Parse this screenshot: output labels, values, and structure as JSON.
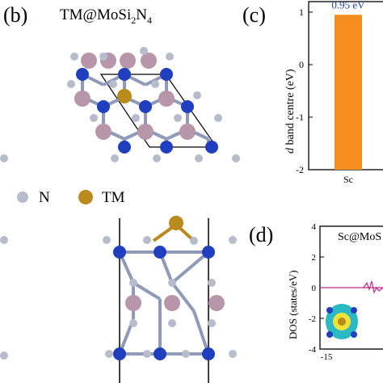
{
  "panel_b": {
    "label": "(b)",
    "title": {
      "main": "TM@MoSi",
      "sub1": "2",
      "mid": "N",
      "sub2": "4"
    }
  },
  "legend": {
    "items": [
      {
        "label": "N",
        "color": "#b6bccc"
      },
      {
        "label": "TM",
        "color": "#b98a1c"
      }
    ]
  },
  "panel_c": {
    "label": "(c)"
  },
  "panel_d": {
    "label": "(d)",
    "title": "Sc@MoS",
    "ylabel": "DOS (states/eV)"
  },
  "colors": {
    "mo": "#1f3fbf",
    "si": "#b896aa",
    "n": "#b6bccc",
    "tm": "#b98a1c",
    "bar": "#f58d1f",
    "dos_line": "#c0278a"
  },
  "chart_data": [
    {
      "type": "bar",
      "categories": [
        "Sc"
      ],
      "values": [
        0.95
      ],
      "data_labels": [
        "0.95 eV"
      ],
      "ylabel_italic": "d",
      "ylabel_rest": " band centre (eV)",
      "ylim": [
        -2,
        1.2
      ],
      "yticks": [
        -2,
        -1,
        0,
        1
      ],
      "grid": false
    },
    {
      "type": "line",
      "title": "Sc@MoS",
      "ylabel": "DOS (states/eV)",
      "yticks": [
        4,
        2,
        0,
        -2,
        -4
      ],
      "xticks": [
        -15
      ],
      "ylim": [
        -4,
        4
      ]
    }
  ]
}
